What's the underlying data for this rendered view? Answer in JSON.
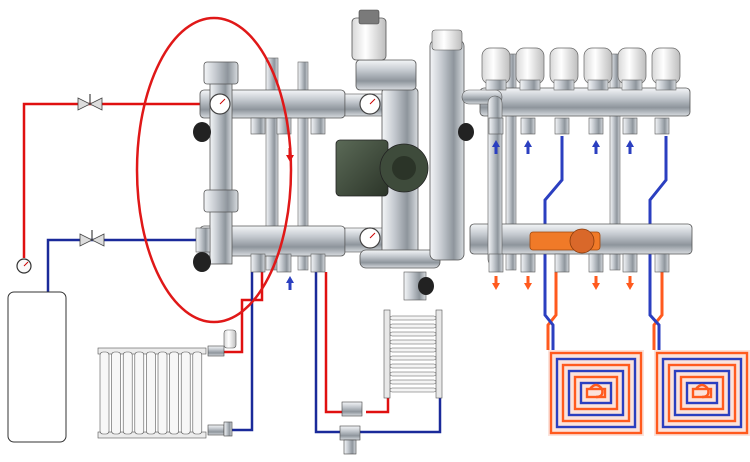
{
  "colors": {
    "hot_pipe": "#e01010",
    "cold_pipe": "#1a2a9a",
    "hot_floor": "#ff5a1e",
    "cold_floor": "#2b3fc0",
    "highlight_circle": "#e01818",
    "manifold_metal": "#b9bec4",
    "pump_green": "#3d4a3a",
    "balance_valve": "#f07a28"
  },
  "icons": {
    "boiler": "boiler-icon",
    "radiator": "radiator-icon",
    "towel_rail": "towel-rail-icon",
    "pump": "circulation-pump-icon",
    "thermometer": "thermometer-gauge-icon",
    "actuator": "thermal-actuator-icon",
    "valve": "ball-valve-icon",
    "floor_loop": "underfloor-heating-loop-icon"
  },
  "components": {
    "boiler": {
      "pressure_gauge": true
    },
    "actuators_count": 6,
    "floor_loops_count": 2,
    "radiator_fins": 9,
    "towel_rail_bars": 10,
    "highlight": "hydraulic-separator"
  }
}
